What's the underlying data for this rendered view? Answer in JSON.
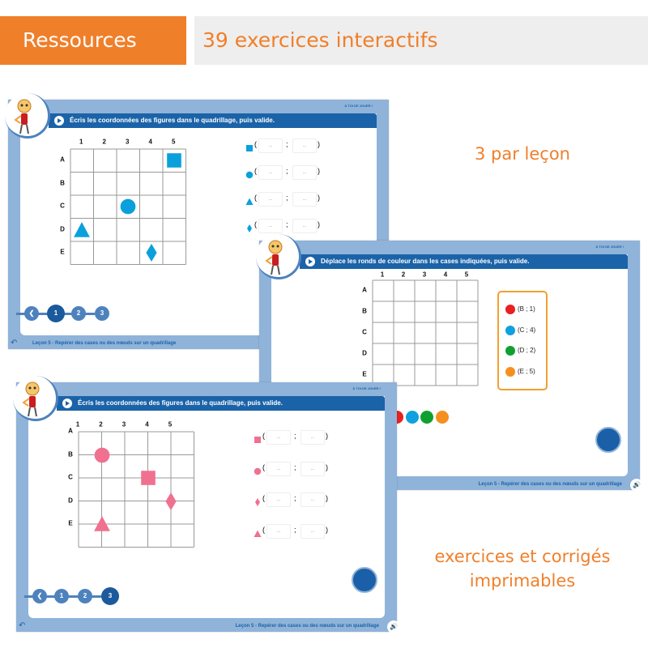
{
  "banner": {
    "section": "Ressources",
    "headline": "39 exercices interactifs"
  },
  "captions": {
    "per_lesson": "3 par leçon",
    "printables_line1": "exercices et corrigés",
    "printables_line2": "imprimables"
  },
  "common": {
    "play_label": "À TOI DE JOUER !",
    "lesson": "Leçon 5 - Repérer des cases ou des nœuds sur un quadrillage",
    "cols": [
      "1",
      "2",
      "3",
      "4",
      "5"
    ],
    "rows": [
      "A",
      "B",
      "C",
      "D",
      "E"
    ],
    "placeholder": "...",
    "separator": ";",
    "open": "(",
    "close": ")"
  },
  "colors": {
    "frame": "#8fb3d9",
    "header": "#1b63a8",
    "orange": "#f07f2a",
    "shape_blue": "#0aa0dc",
    "shape_pink": "#f07090"
  },
  "exercise1": {
    "instruction": "Écris les coordonnées des figures dans le quadrillage, puis valide.",
    "shapes": [
      {
        "shape": "square",
        "row": "A",
        "col": 5
      },
      {
        "shape": "circle",
        "row": "C",
        "col": 3
      },
      {
        "shape": "triangle",
        "row": "D",
        "col": 1
      },
      {
        "shape": "diamond",
        "row": "E",
        "col": 4
      }
    ],
    "answers": [
      "square",
      "circle",
      "triangle",
      "diamond"
    ],
    "nav": [
      "1",
      "2",
      "3"
    ],
    "active_step": "1"
  },
  "exercise2": {
    "instruction": "Déplace les ronds de couleur dans les cases indiquées, puis valide.",
    "targets": [
      {
        "color": "#e82020",
        "label": "(B ; 1)"
      },
      {
        "color": "#10a0e0",
        "label": "(C ; 4)"
      },
      {
        "color": "#10a030",
        "label": "(D ; 2)"
      },
      {
        "color": "#f59020",
        "label": "(E ; 5)"
      }
    ],
    "tokens": [
      "#e82020",
      "#10a0e0",
      "#10a030",
      "#f59020"
    ]
  },
  "exercise3": {
    "instruction": "Écris les coordonnées des figures dans le quadrillage, puis valide.",
    "shapes": [
      {
        "shape": "circle",
        "row": "B",
        "col": 2
      },
      {
        "shape": "square",
        "row": "C",
        "col": 4
      },
      {
        "shape": "diamond",
        "row": "D",
        "col": 5
      },
      {
        "shape": "triangle",
        "row": "E",
        "col": 2
      }
    ],
    "answers": [
      "square",
      "circle",
      "diamond",
      "triangle"
    ],
    "nav": [
      "1",
      "2",
      "3"
    ],
    "active_step": "3"
  }
}
